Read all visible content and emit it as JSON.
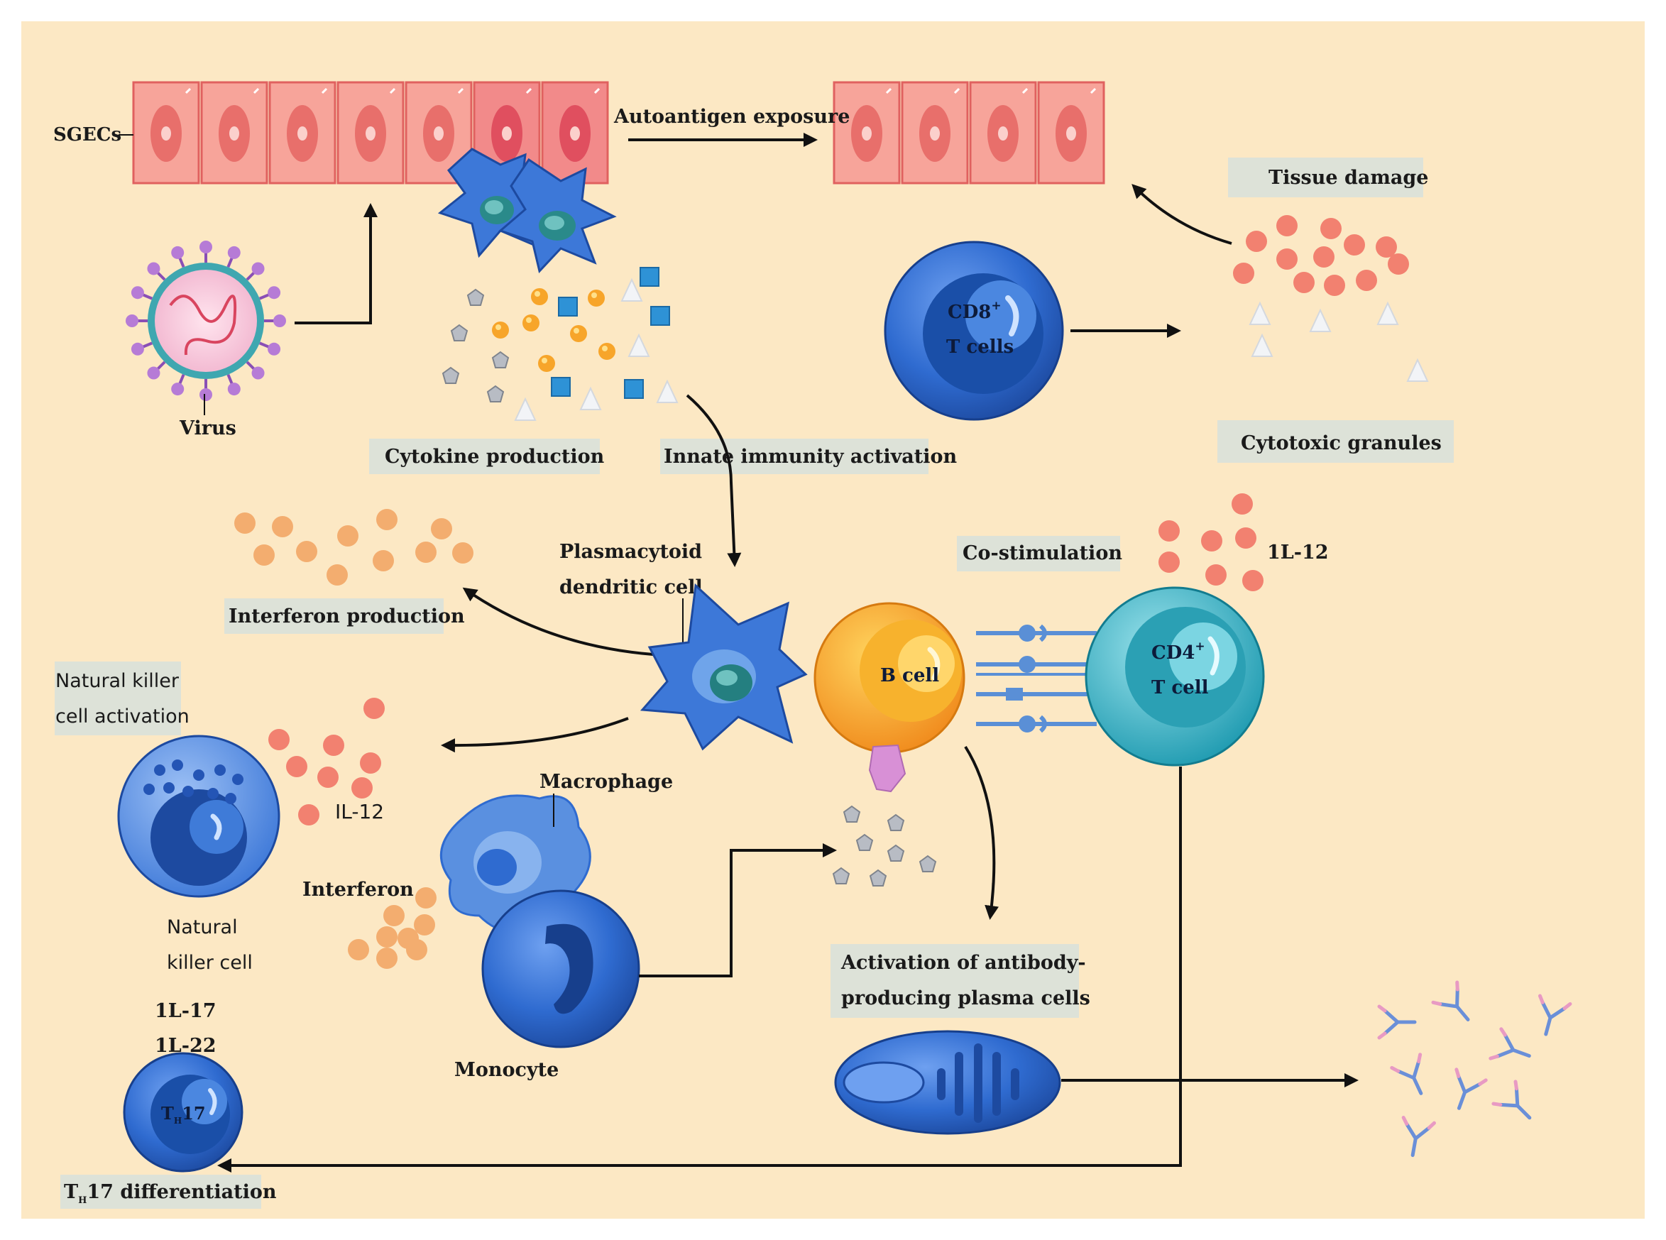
{
  "labels": {
    "sgecs": "SGECs",
    "autoantigen_exposure": "Autoantigen exposure",
    "tissue_damage": "Tissue damage",
    "virus": "Virus",
    "cytokine_production": "Cytokine production",
    "innate_immunity_activation": "Innate immunity activation",
    "cd8_main": "CD8",
    "cd8_sup": "+",
    "cd8_line2": "T cells",
    "cytotoxic_granules": "Cytotoxic granules",
    "interferon_production": "Interferon production",
    "pdc_line1": "Plasmacytoid",
    "pdc_line2": "dendritic cell",
    "co_stimulation": "Co-stimulation",
    "il12_top": "1L-12",
    "b_cell": "B cell",
    "cd4_main": "CD4",
    "cd4_sup": "+",
    "cd4_line2": "T cell",
    "nk_activation_line1": "Natural killer",
    "nk_activation_line2": "cell activation",
    "il12_nk": "IL-12",
    "macrophage": "Macrophage",
    "interferon": "Interferon",
    "nk_cell_line1": "Natural",
    "nk_cell_line2": "killer cell",
    "il17": "1L-17",
    "il22": "1L-22",
    "th17_cell_T": "T",
    "th17_cell_H": "H",
    "th17_cell_17": "17",
    "monocyte": "Monocyte",
    "plasma_line1": "Activation of antibody-",
    "plasma_line2": "producing plasma cells",
    "th17_diff_T": "T",
    "th17_diff_H": "H",
    "th17_diff_rest": "17 differentiation"
  },
  "colors": {
    "background": "#fce8c4",
    "epithelial_fill": "#f7a49a",
    "epithelial_stroke": "#e0615f",
    "cell_blue": "#2f6bd0",
    "b_cell": "#f5a623",
    "cd4_teal": "#37b6c6",
    "label_box": "#dde2d8"
  }
}
